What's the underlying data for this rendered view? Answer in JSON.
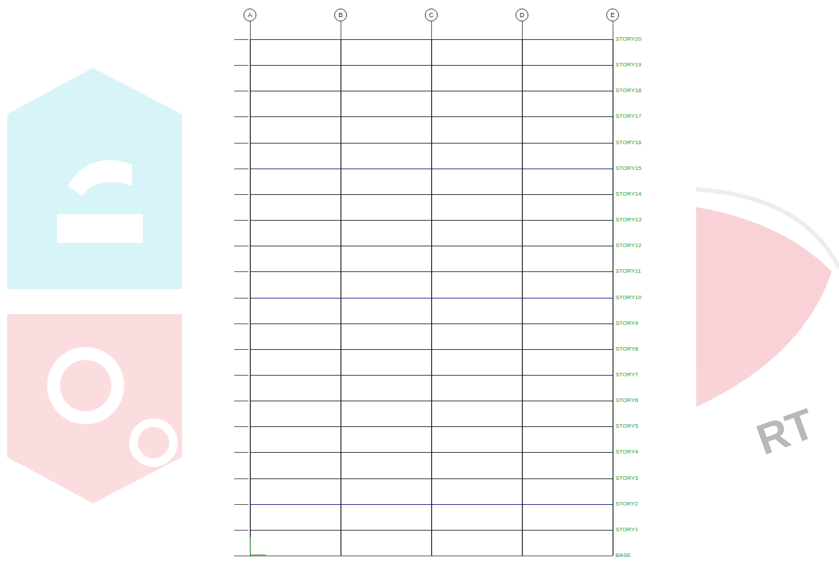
{
  "diagram": {
    "nodes": [
      {
        "text": [
          "A"
        ]
      },
      {
        "text": [
          "B"
        ]
      },
      {
        "text": [
          "C"
        ]
      },
      {
        "text": [
          "D"
        ]
      },
      {
        "text": [
          "E"
        ]
      }
    ],
    "labels": [
      "STORY20",
      "STORY19",
      "STORY18",
      "STORY17",
      "STORY16",
      "STORY15",
      "STORY14",
      "STORY13",
      "STORY12",
      "STORY11",
      "STORY10",
      "STORY9",
      "STORY8",
      "STORY7",
      "STORY6",
      "STORY5",
      "STORY4",
      "STORY3",
      "STORY2",
      "STORY1",
      "BASE",
      "RT"
    ]
  }
}
